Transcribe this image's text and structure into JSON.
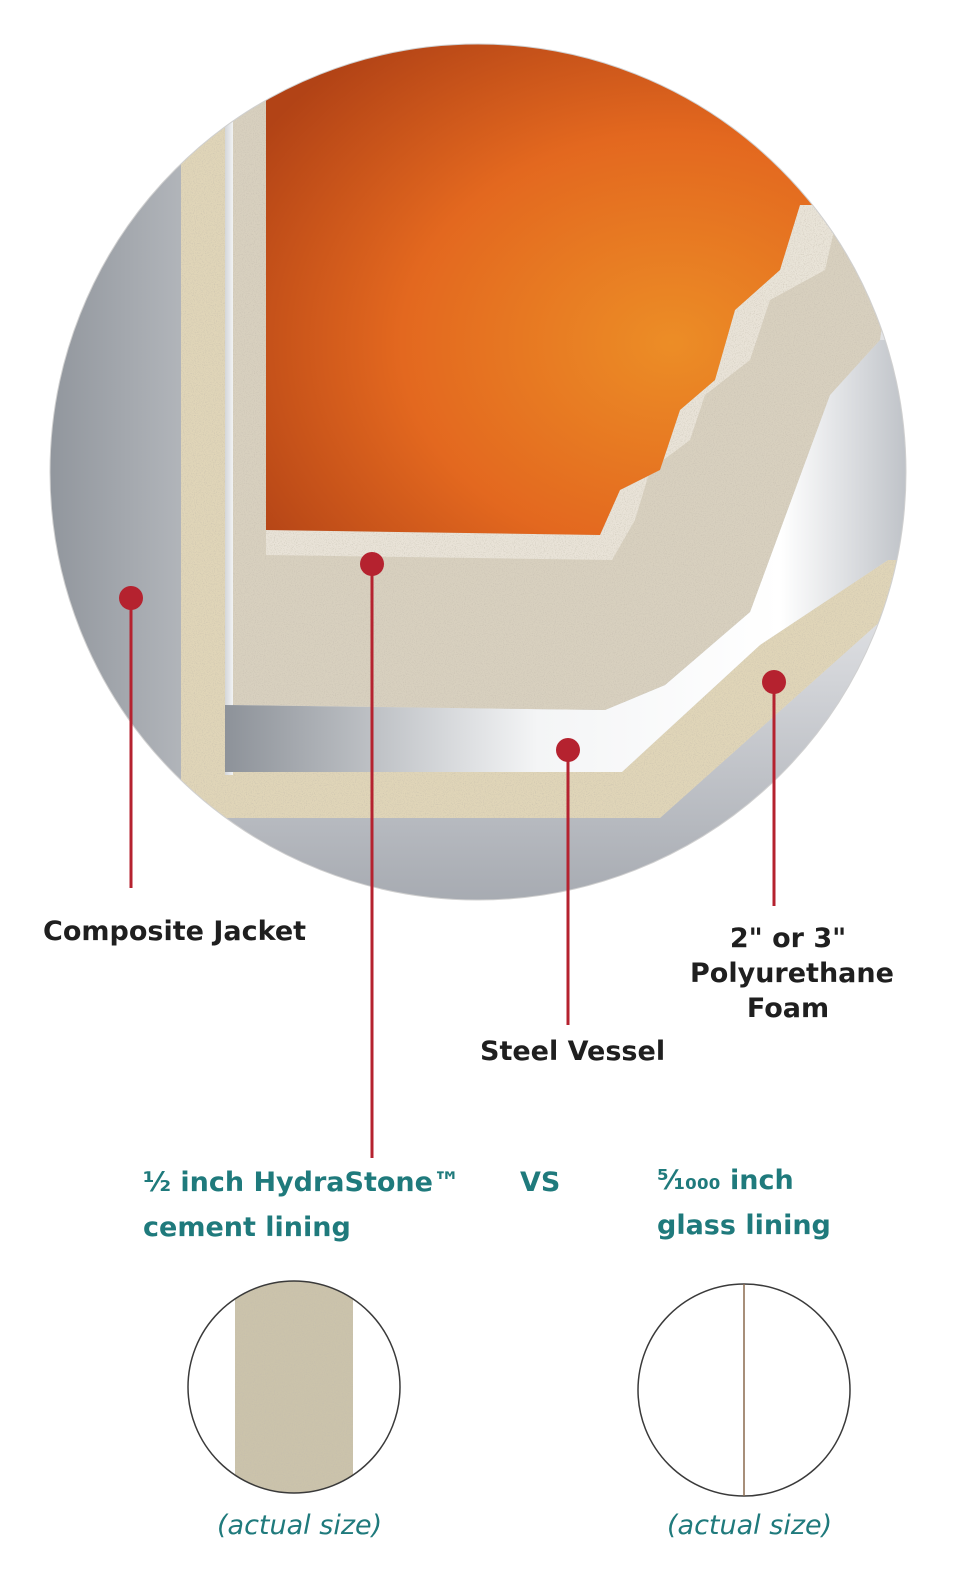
{
  "labels": {
    "composite_jacket": "Composite Jacket",
    "foam": [
      "2\" or 3\"",
      "Polyurethane",
      "Foam"
    ],
    "steel_vessel": "Steel Vessel"
  },
  "comparison": {
    "left": [
      "½ inch HydraStone™",
      "cement lining"
    ],
    "vs": "VS",
    "right": [
      "⁵⁄₁₀₀₀ inch",
      "glass lining"
    ],
    "left_caption": "(actual size)",
    "right_caption": "(actual size)"
  },
  "colors": {
    "pointer": "#b5222f",
    "teal_text": "#1f7a7c",
    "cement": "#cfc6b4",
    "foam": "#e0d5b8",
    "steel": "#c4c7cc",
    "water_orange": "#e36d1e"
  }
}
